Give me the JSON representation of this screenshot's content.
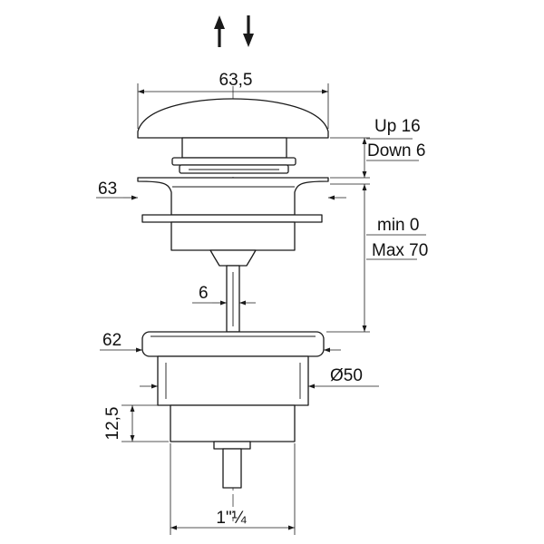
{
  "icons": {
    "up": "up-arrow-icon",
    "down": "down-arrow-icon"
  },
  "dimensions": {
    "cap_diameter": "63,5",
    "flange_diameter": "63",
    "travel_up": "Up 16",
    "travel_down": "Down 6",
    "adjust_min": "min 0",
    "adjust_max": "Max 70",
    "rod_diameter": "6",
    "base_flange_diameter": "62",
    "body_diameter": "Ø50",
    "thread_height": "12,5",
    "thread_size": "1\"¼"
  },
  "colors": {
    "line": "#1a1a1a",
    "background": "#ffffff"
  }
}
